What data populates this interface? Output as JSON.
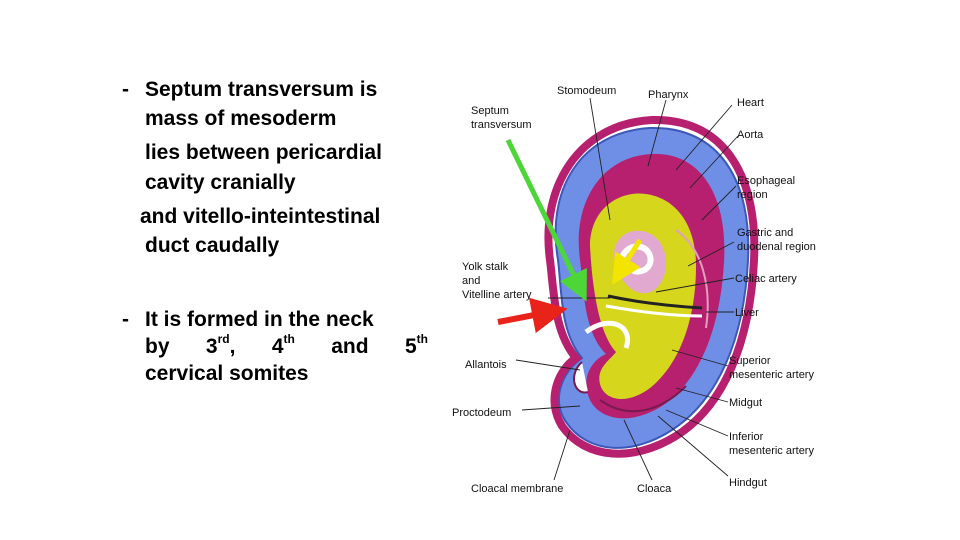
{
  "bullets": {
    "b1_dash": "-",
    "b1_line1": "Septum transversum is",
    "b1_line2": "mass of mesoderm",
    "b1_line3": "lies between pericardial",
    "b1_line4": "cavity cranially",
    "b1_line5": "and vitello-inteintestinal",
    "b1_line6": "duct caudally",
    "b2_dash": "-",
    "b2_line1": "It is formed in the neck",
    "b2_by": "by",
    "b2_n3": "3",
    "b2_rd": "rd",
    "b2_comma": ",",
    "b2_n4": "4",
    "b2_th4": "th",
    "b2_and": "and",
    "b2_n5": "5",
    "b2_th5": "th",
    "b2_line3": "cervical somites"
  },
  "diagram": {
    "labels": {
      "stomodeum": "Stomodeum",
      "pharynx": "Pharynx",
      "septum_transversum": [
        "Septum",
        "transversum"
      ],
      "heart": "Heart",
      "aorta": "Aorta",
      "esophageal_region": [
        "Esophageal",
        "region"
      ],
      "gastric_duodenal": [
        "Gastric and",
        "duodenal region"
      ],
      "yolk_stalk": [
        "Yolk stalk",
        "and",
        "Vitelline artery"
      ],
      "celiac_artery": "Celiac artery",
      "liver": "Liver",
      "allantois": "Allantois",
      "superior_mesenteric": [
        "Superior",
        "mesenteric artery"
      ],
      "midgut": "Midgut",
      "proctodeum": "Proctodeum",
      "inferior_mesenteric": [
        "Inferior",
        "mesenteric artery"
      ],
      "cloacal_membrane": "Cloacal membrane",
      "cloaca": "Cloaca",
      "hindgut": "Hindgut"
    },
    "arrow_colors": {
      "green": "#4cd637",
      "yellow": "#f3e500",
      "red": "#e8231a"
    },
    "colors": {
      "ectoderm_blue": "#6f8fe6",
      "mesoderm_magenta": "#b7206f",
      "gut_yellow": "#d6d61c",
      "cavity_pink": "#e2a9d0"
    }
  }
}
